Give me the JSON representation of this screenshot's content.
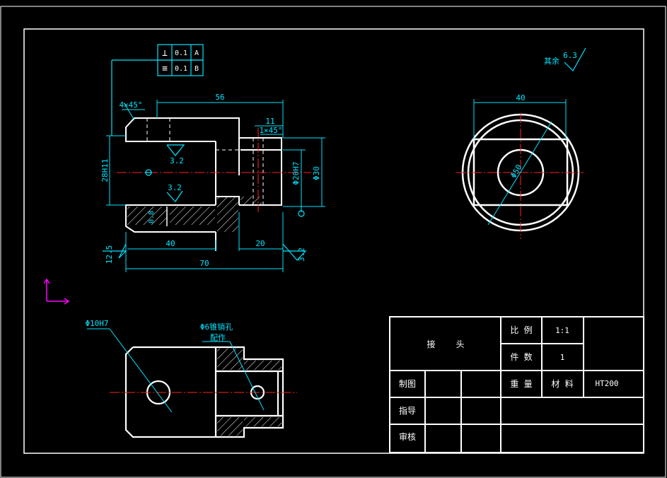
{
  "colors": {
    "background": "#000000",
    "outline": "#ffffff",
    "dimension": "#00e5ff",
    "centerline": "#ff2020",
    "ucs": "#ff00ff",
    "text": "#ffffff"
  },
  "front_view": {
    "gdt": [
      {
        "symbol": "⊥",
        "tol": "0.1",
        "datum": "A"
      },
      {
        "symbol": "≡",
        "tol": "0.1",
        "datum": "B"
      }
    ],
    "chamfer_left": "4×45°",
    "dim_top_length": "56",
    "dim_step": "11",
    "chamfer_right": "1×45°",
    "dim_left_height": "28H11",
    "roughness_top": "3.2",
    "roughness_middle": "3.2",
    "dim_bore": "Φ20H7",
    "dim_outer": "Φ30",
    "dim_small": "0.8",
    "dim_bottom_left": "40",
    "dim_bottom_right": "20",
    "dim_total_length": "70",
    "roughness_left": "12.5",
    "roughness_right": "3.2"
  },
  "side_view": {
    "general_roughness_label": "其余",
    "general_roughness_value": "6.3",
    "dim_width": "40",
    "dim_diameter": "Φ50"
  },
  "section_view": {
    "hole_label": "Φ10H7",
    "pin_label_line1": "Φ6锥销孔",
    "pin_label_line2": "配作"
  },
  "title_block": {
    "part_name": "接    头",
    "scale_label": "比 例",
    "scale_value": "1:1",
    "qty_label": "件 数",
    "qty_value": "1",
    "drawn_label": "制图",
    "weight_label": "重 量",
    "material_label": "材 料",
    "material_value": "HT200",
    "guide_label": "指导",
    "review_label": "审核"
  }
}
